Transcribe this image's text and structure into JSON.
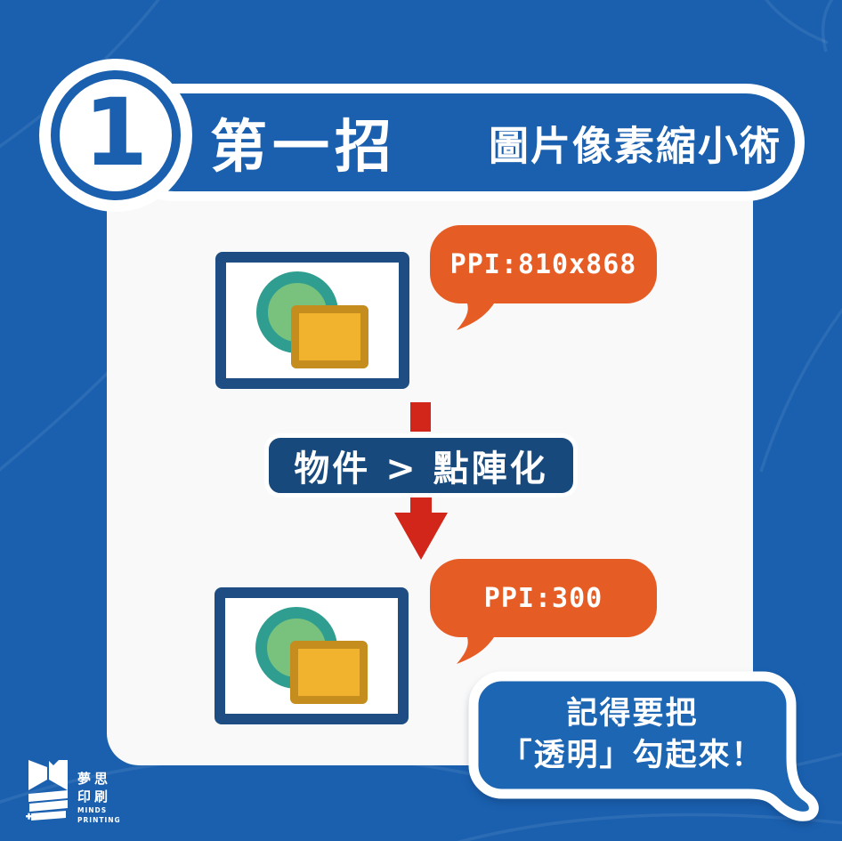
{
  "header": {
    "badge_number": "1",
    "title": "第一招",
    "subtitle": "圖片像素縮小術"
  },
  "diagram": {
    "before": {
      "bubble_label": "PPI:810x868"
    },
    "action": {
      "label": "物件 > 點陣化"
    },
    "after": {
      "bubble_label": "PPI:300"
    },
    "tip": {
      "line1": "記得要把",
      "line2": "「透明」勾起來！"
    }
  },
  "footer_logo": {
    "zh_line1": "夢思",
    "zh_line2": "印刷",
    "en_line1": "MINDS",
    "en_line2": "PRINTING"
  },
  "colors": {
    "background": "#1a60af",
    "card": "#f9f9f9",
    "banner_navy": "#17497d",
    "frame_navy": "#1d4d82",
    "orange": "#e65c25",
    "red": "#d2261b",
    "teal": "#2f9e90",
    "green": "#78c27e",
    "gold": "#c48d1e",
    "yellow": "#f1b32e",
    "white": "#ffffff"
  }
}
